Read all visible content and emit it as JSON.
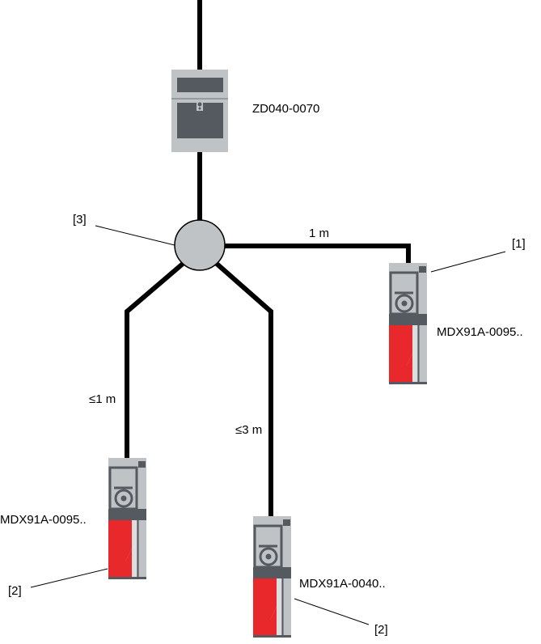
{
  "hub": {
    "label": "[3]"
  },
  "distributor": {
    "label": "ZD040-0070"
  },
  "devices": [
    {
      "label": "MDX91A-0095..",
      "callout": "[1]",
      "cable_length": "1 m"
    },
    {
      "label": "MDX91A-0095..",
      "callout": "[2]",
      "cable_length": "≤1 m"
    },
    {
      "label": "MDX91A-0040..",
      "callout": "[2]",
      "cable_length": "≤3 m"
    }
  ],
  "colors": {
    "cable": "#000000",
    "housing": "#c0c3c5",
    "dark": "#555a60",
    "accent_red": "#e8282a",
    "hub": "#c0c3c5"
  }
}
